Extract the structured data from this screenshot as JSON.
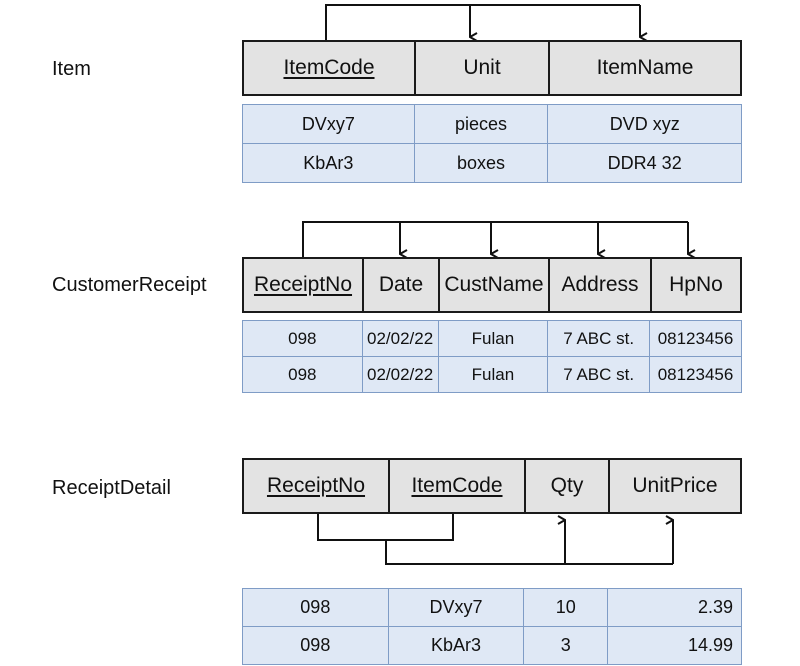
{
  "item": {
    "label": "Item",
    "columns": [
      {
        "name": "ItemCode",
        "pk": true
      },
      {
        "name": "Unit",
        "pk": false
      },
      {
        "name": "ItemName",
        "pk": false
      }
    ],
    "rows": [
      [
        "DVxy7",
        "pieces",
        "DVD xyz"
      ],
      [
        "KbAr3",
        "boxes",
        "DDR4 32"
      ]
    ]
  },
  "customer_receipt": {
    "label": "CustomerReceipt",
    "columns": [
      {
        "name": "ReceiptNo",
        "pk": true
      },
      {
        "name": "Date",
        "pk": false
      },
      {
        "name": "CustName",
        "pk": false
      },
      {
        "name": "Address",
        "pk": false
      },
      {
        "name": "HpNo",
        "pk": false
      }
    ],
    "rows": [
      [
        "098",
        "02/02/22",
        "Fulan",
        "7 ABC st.",
        "08123456"
      ],
      [
        "098",
        "02/02/22",
        "Fulan",
        "7 ABC st.",
        "08123456"
      ]
    ]
  },
  "receipt_detail": {
    "label": "ReceiptDetail",
    "columns": [
      {
        "name": "ReceiptNo",
        "pk": true
      },
      {
        "name": "ItemCode",
        "pk": true
      },
      {
        "name": "Qty",
        "pk": false
      },
      {
        "name": "UnitPrice",
        "pk": false
      }
    ],
    "rows": [
      [
        "098",
        "DVxy7",
        "10",
        "2.39"
      ],
      [
        "098",
        "KbAr3",
        "3",
        "14.99"
      ]
    ]
  }
}
